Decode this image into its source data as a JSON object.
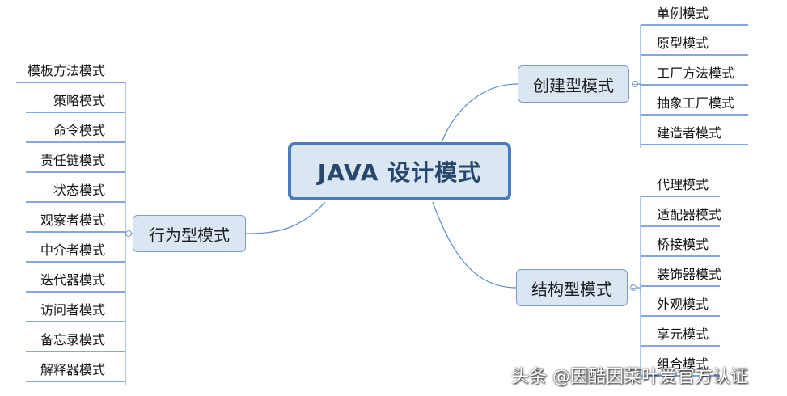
{
  "root": {
    "label": "JAVA 设计模式"
  },
  "branches": {
    "creational": {
      "label": "创建型模式",
      "items": [
        "单例模式",
        "原型模式",
        "工厂方法模式",
        "抽象工厂模式",
        "建造者模式"
      ]
    },
    "structural": {
      "label": "结构型模式",
      "items": [
        "代理模式",
        "适配器模式",
        "桥接模式",
        "装饰器模式",
        "外观模式",
        "享元模式",
        "组合模式"
      ]
    },
    "behavioral": {
      "label": "行为型模式",
      "items": [
        "模板方法模式",
        "策略模式",
        "命令模式",
        "责任链模式",
        "状态模式",
        "观察者模式",
        "中介者模式",
        "迭代器模式",
        "访问者模式",
        "备忘录模式",
        "解释器模式"
      ]
    }
  },
  "watermark": "头条 @因酷因菜叶爱官方认证",
  "colors": {
    "line": "#5b8ccf",
    "node_fill": "#dbe6f3",
    "root_border": "#4a7bbf"
  }
}
